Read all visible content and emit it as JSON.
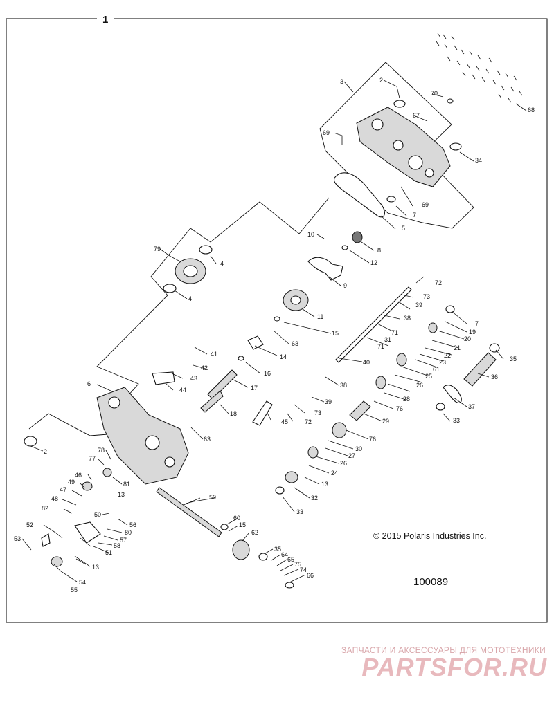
{
  "diagram": {
    "assembly_number": "1",
    "copyright": "© 2015 Polaris Industries Inc.",
    "diagram_id": "100089"
  },
  "watermark": {
    "tagline": "ЗАПЧАСТИ И АКСЕССУАРЫ ДЛЯ МОТОТЕХНИКИ",
    "logo": "PARTSFOR.RU"
  },
  "callouts": {
    "c2a": "2",
    "c2b": "2",
    "c3": "3",
    "c4a": "4",
    "c4b": "4",
    "c5": "5",
    "c6": "6",
    "c7a": "7",
    "c7b": "7",
    "c8": "8",
    "c9": "9",
    "c10": "10",
    "c11": "11",
    "c12": "12",
    "c13a": "13",
    "c13b": "13",
    "c13c": "13",
    "c14": "14",
    "c15a": "15",
    "c15b": "15",
    "c16": "16",
    "c17": "17",
    "c18": "18",
    "c19": "19",
    "c20": "20",
    "c21": "21",
    "c22": "22",
    "c23": "23",
    "c24": "24",
    "c25": "25",
    "c26a": "26",
    "c26b": "26",
    "c27": "27",
    "c28": "28",
    "c29": "29",
    "c30": "30",
    "c31": "31",
    "c32": "32",
    "c33a": "33",
    "c33b": "33",
    "c34": "34",
    "c35a": "35",
    "c35b": "35",
    "c36": "36",
    "c37": "37",
    "c38a": "38",
    "c38b": "38",
    "c39a": "39",
    "c39b": "39",
    "c40": "40",
    "c41": "41",
    "c42": "42",
    "c43": "43",
    "c44": "44",
    "c45": "45",
    "c46": "46",
    "c47": "47",
    "c48": "48",
    "c49": "49",
    "c50": "50",
    "c51": "51",
    "c52": "52",
    "c53": "53",
    "c54": "54",
    "c55": "55",
    "c56": "56",
    "c57": "57",
    "c58": "58",
    "c59": "59",
    "c60": "60",
    "c61": "61",
    "c62": "62",
    "c63a": "63",
    "c63b": "63",
    "c64": "64",
    "c65": "65",
    "c66": "66",
    "c67": "67",
    "c68": "68",
    "c69a": "69",
    "c69b": "69",
    "c70": "70",
    "c71a": "71",
    "c71b": "71",
    "c72a": "72",
    "c72b": "72",
    "c73a": "73",
    "c73b": "73",
    "c74": "74",
    "c75": "75",
    "c76a": "76",
    "c76b": "76",
    "c77": "77",
    "c78": "78",
    "c79": "79",
    "c80": "80",
    "c81": "81",
    "c82": "82"
  }
}
